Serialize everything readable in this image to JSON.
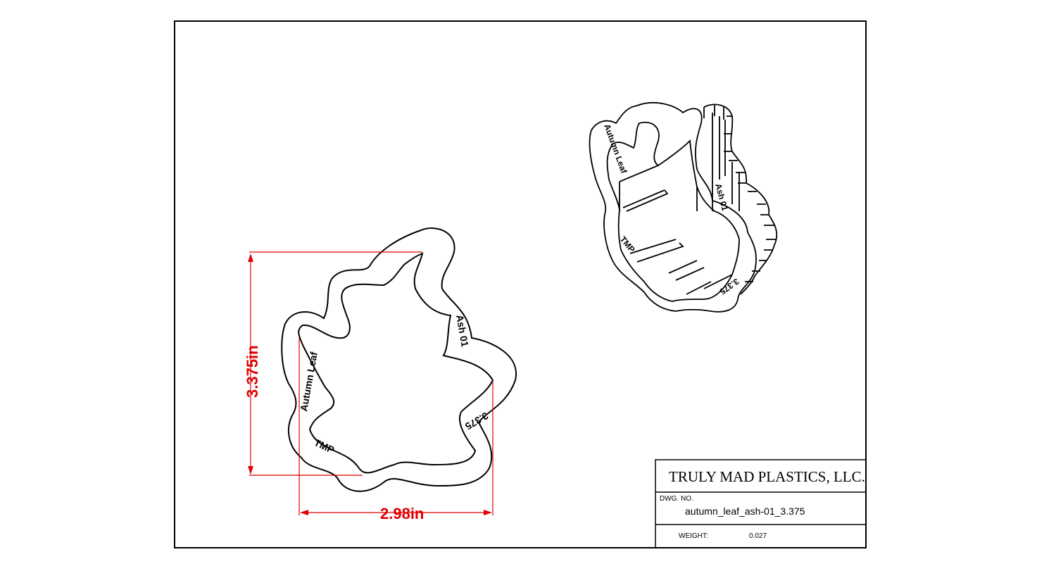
{
  "dimensions": {
    "height_label": "3.375in",
    "width_label": "2.98in",
    "color": "#e00000"
  },
  "engraving": {
    "text1": "Autumn Leaf",
    "text2": "Ash 01",
    "text3": "3.375",
    "text4": "TMP"
  },
  "title_block": {
    "company": "TRULY MAD PLASTICS, LLC.",
    "dwg_no_label": "DWG. NO.",
    "dwg_no": "autumn_leaf_ash-01_3.375",
    "weight_label": "WEIGHT:",
    "weight": "0.027"
  }
}
